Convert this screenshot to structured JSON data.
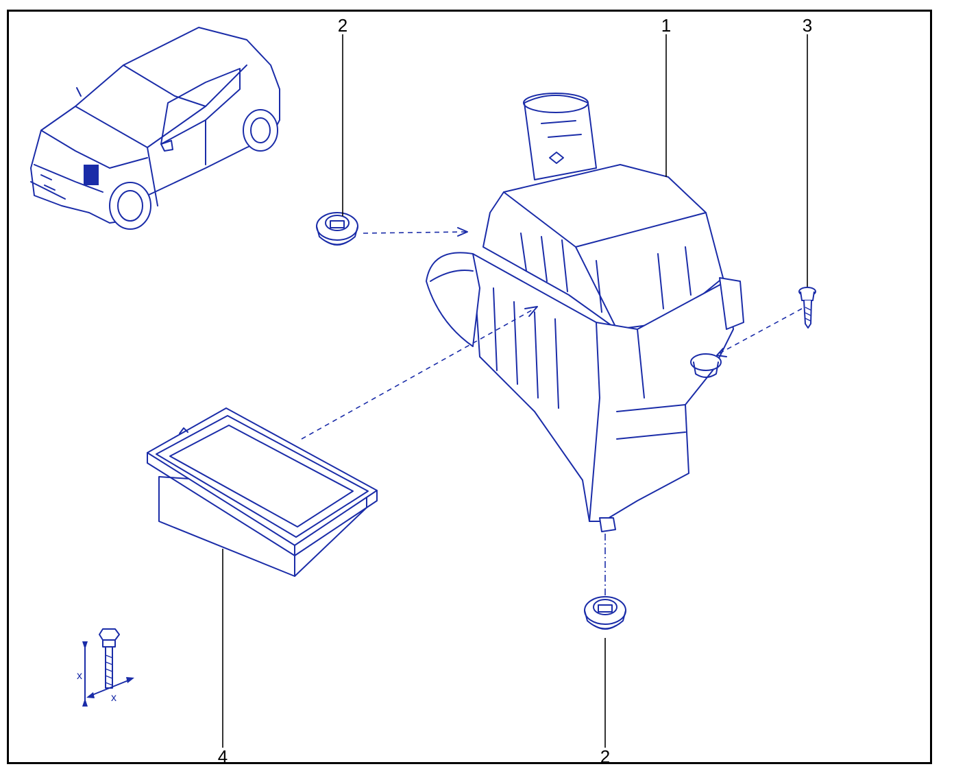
{
  "callouts": {
    "top_left": "2",
    "top_center": "1",
    "top_right": "3",
    "bottom_left": "4",
    "bottom_right": "2"
  },
  "torque_symbol": {
    "mark_1": "x",
    "mark_2": "x"
  },
  "colors": {
    "line_art": "#1a2ca8",
    "leader": "#000000",
    "frame": "#000000"
  }
}
